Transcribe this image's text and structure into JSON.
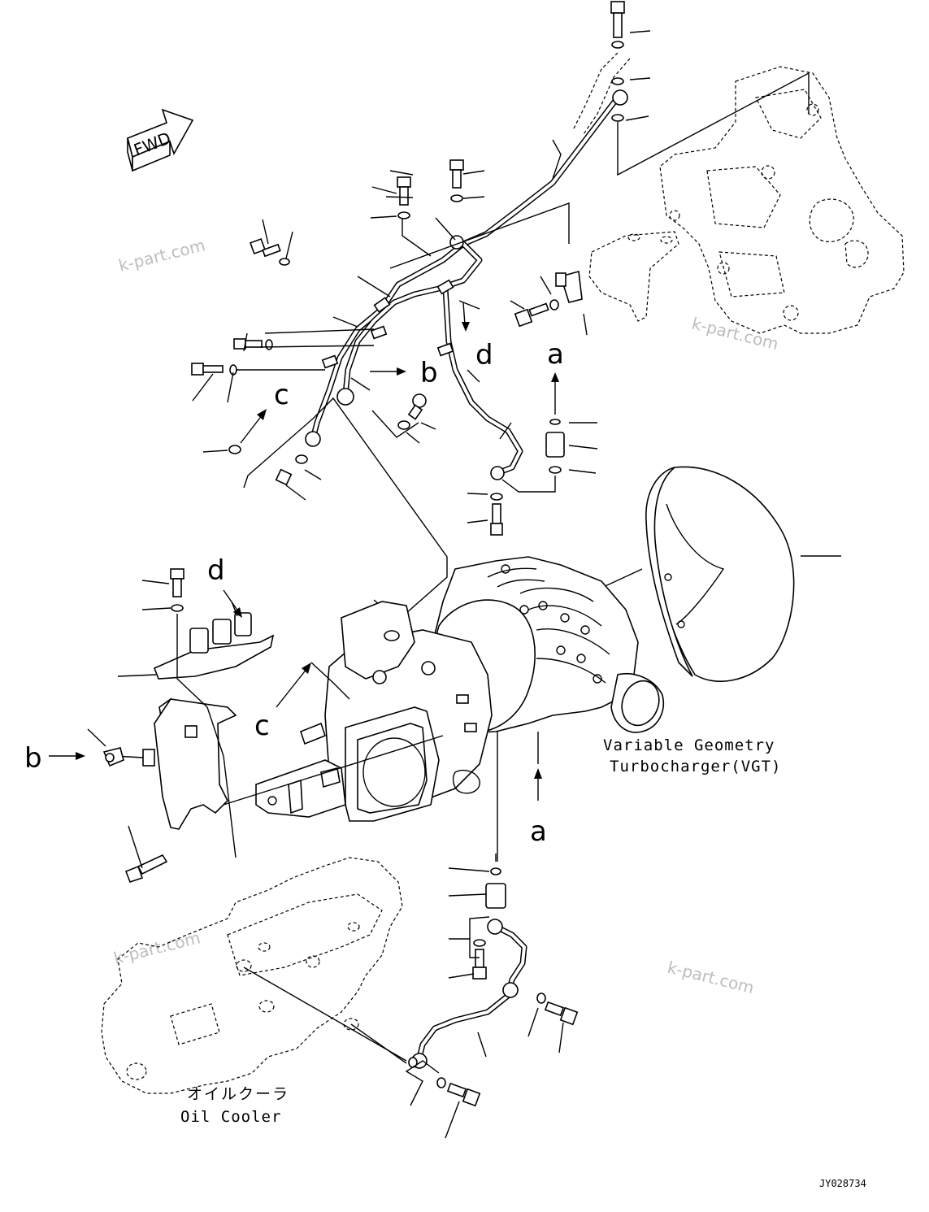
{
  "fwd_label": "FWD",
  "labels": {
    "a": "a",
    "b": "b",
    "c": "c",
    "d": "d"
  },
  "vgt": {
    "line1": "Variable Geometry",
    "line2": "Turbocharger(VGT)"
  },
  "oil_cooler": {
    "jp": "オイルクーラ",
    "en": "Oil Cooler"
  },
  "watermark": "k-part.com",
  "drawing_code": "JY028734"
}
